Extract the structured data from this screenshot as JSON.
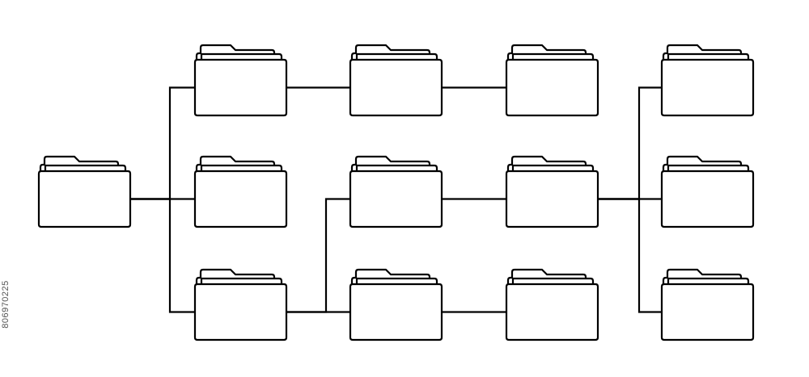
{
  "diagram": {
    "type": "folder-hierarchy",
    "line_color": "#000000",
    "background_color": "#ffffff",
    "folder_icon": "folder-icon",
    "folders": [
      {
        "id": "root"
      },
      {
        "id": "l1-top"
      },
      {
        "id": "l1-mid"
      },
      {
        "id": "l1-bot"
      },
      {
        "id": "l2-top"
      },
      {
        "id": "l2-mid"
      },
      {
        "id": "l2-bot"
      },
      {
        "id": "l3-top"
      },
      {
        "id": "l3-mid"
      },
      {
        "id": "l3-bot"
      },
      {
        "id": "l4-top"
      },
      {
        "id": "l4-mid"
      },
      {
        "id": "l4-bot"
      }
    ],
    "links": [
      {
        "from": "root",
        "to": "l1-top"
      },
      {
        "from": "root",
        "to": "l1-mid"
      },
      {
        "from": "root",
        "to": "l1-bot"
      },
      {
        "from": "l1-top",
        "to": "l2-top"
      },
      {
        "from": "l2-top",
        "to": "l3-top"
      },
      {
        "from": "l1-bot",
        "to": "l2-mid"
      },
      {
        "from": "l1-bot",
        "to": "l2-bot"
      },
      {
        "from": "l2-mid",
        "to": "l3-mid"
      },
      {
        "from": "l2-bot",
        "to": "l3-bot"
      },
      {
        "from": "l3-mid",
        "to": "l4-top"
      },
      {
        "from": "l3-mid",
        "to": "l4-mid"
      },
      {
        "from": "l3-mid",
        "to": "l4-bot"
      }
    ]
  },
  "watermark": {
    "stock_id": "806970225"
  }
}
